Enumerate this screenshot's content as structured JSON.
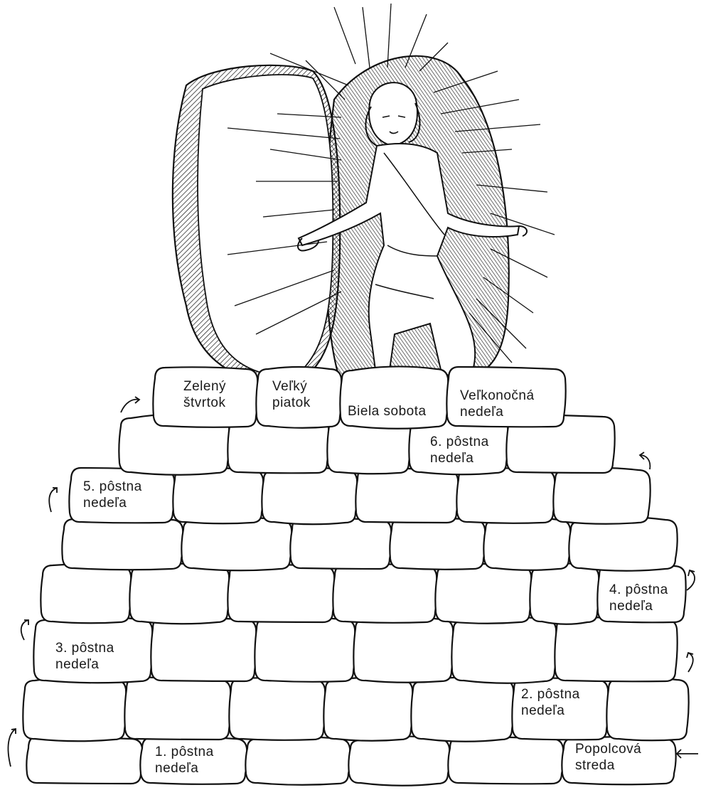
{
  "image": {
    "subject": "resurrected-christ",
    "colors": {
      "ink": "#111111",
      "paper": "#ffffff"
    }
  },
  "steps": [
    {
      "id": "popolcova-streda",
      "lines": [
        "Popolcová",
        "streda"
      ]
    },
    {
      "id": "postna-1",
      "lines": [
        "1. pôstna",
        "nedeľa"
      ]
    },
    {
      "id": "postna-2",
      "lines": [
        "2. pôstna",
        "nedeľa"
      ]
    },
    {
      "id": "postna-3",
      "lines": [
        "3. pôstna",
        "nedeľa"
      ]
    },
    {
      "id": "postna-4",
      "lines": [
        "4. pôstna",
        "nedeľa"
      ]
    },
    {
      "id": "postna-5",
      "lines": [
        "5. pôstna",
        "nedeľa"
      ]
    },
    {
      "id": "postna-6",
      "lines": [
        "6. pôstna",
        "nedeľa"
      ]
    },
    {
      "id": "zeleny-stvrtok",
      "lines": [
        "Zelený",
        "štvrtok"
      ]
    },
    {
      "id": "velky-piatok",
      "lines": [
        "Veľký",
        "piatok"
      ]
    },
    {
      "id": "biela-sobota",
      "lines": [
        "Biela sobota"
      ]
    },
    {
      "id": "velkonocna-nedela",
      "lines": [
        "Veľkonočná",
        "nedeľa"
      ]
    }
  ]
}
